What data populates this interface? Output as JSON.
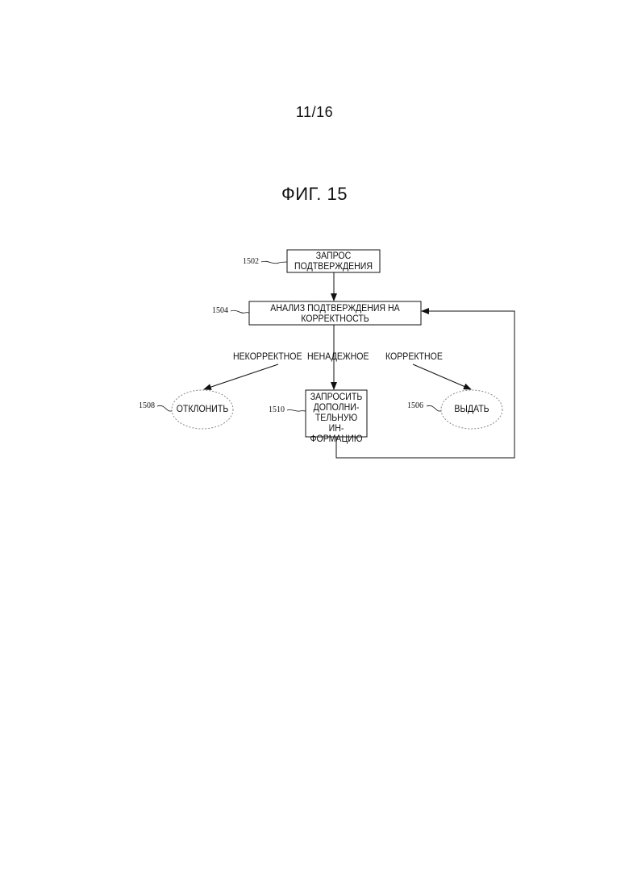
{
  "header": {
    "page_number": "11/16",
    "figure_title": "ФИГ. 15"
  },
  "nodes": {
    "request": {
      "ref": "1502",
      "line1": "ЗАПРОС",
      "line2": "ПОДТВЕРЖДЕНИЯ"
    },
    "analyze": {
      "ref": "1504",
      "line1": "АНАЛИЗ ПОДТВЕРЖДЕНИЯ НА",
      "line2": "КОРРЕКТНОСТЬ"
    },
    "reject": {
      "ref": "1508",
      "label": "ОТКЛОНИТЬ"
    },
    "more_info": {
      "ref": "1510",
      "line1": "ЗАПРОСИТЬ",
      "line2": "ДОПОЛНИ-",
      "line3": "ТЕЛЬНУЮ ИН-",
      "line4": "ФОРМАЦИЮ"
    },
    "issue": {
      "ref": "1506",
      "label": "ВЫДАТЬ"
    }
  },
  "edges": {
    "incorrect": "НЕКОРРЕКТНОЕ",
    "unreliable": "НЕНАДЕЖНОЕ",
    "correct": "КОРРЕКТНОЕ"
  }
}
